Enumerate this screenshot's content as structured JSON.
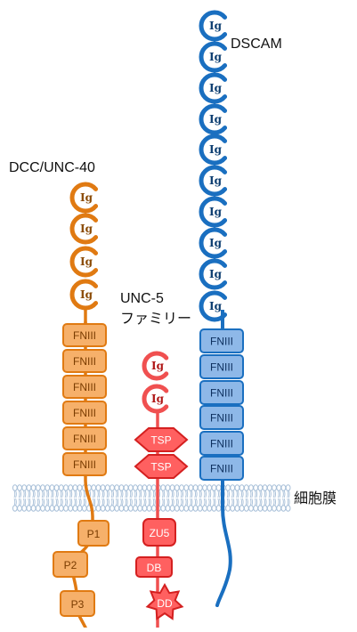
{
  "labels": {
    "dcc": "DCC/UNC-40",
    "unc5_line1": "UNC-5",
    "unc5_line2": "ファミリー",
    "dscam": "DSCAM",
    "membrane": "細胞膜"
  },
  "domains": {
    "ig": "Ig",
    "fn": "FNIII",
    "tsp": "TSP",
    "p1": "P1",
    "p2": "P2",
    "p3": "P3",
    "zu5": "ZU5",
    "db": "DB",
    "dd": "DD"
  },
  "colors": {
    "dcc_stroke": "#e07a12",
    "dcc_fill": "#f6b06a",
    "dcc_ig_text": "#8a4a05",
    "dcc_fn_text": "#7a3c00",
    "unc5_stroke": "#f05050",
    "unc5_dark": "#d42020",
    "unc5_fill": "#ff6060",
    "unc5_ig_text": "#b01818",
    "dscam_stroke": "#1a6fc0",
    "dscam_fill": "#8eb8e8",
    "dscam_ig_text": "#0c3d70",
    "dscam_fn_text": "#0d2f5e",
    "membrane": "#a7bfd8"
  }
}
